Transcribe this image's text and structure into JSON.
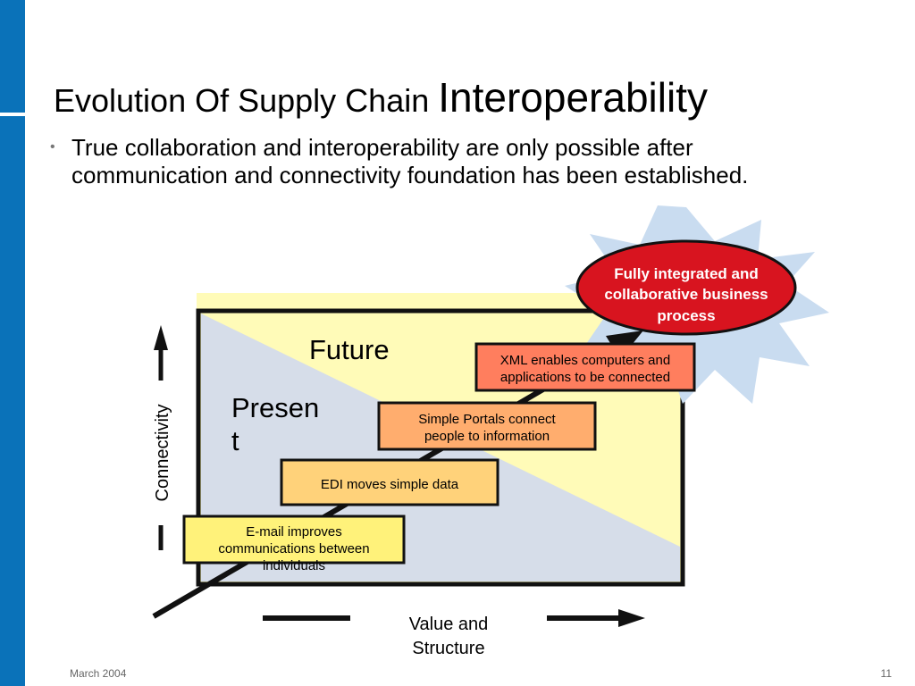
{
  "slide": {
    "title_part1": "Evolution Of Supply Chain ",
    "title_part2": "Interoperability",
    "bullet": "True collaboration and interoperability are only possible after communication and connectivity foundation has been established.",
    "footer_date": "March 2004",
    "page_number": "11"
  },
  "diagram": {
    "future_label": "Future",
    "present_label_line1": "Presen",
    "present_label_line2": "t",
    "y_axis_label": "Connectivity",
    "x_axis_label_line1": "Value and",
    "x_axis_label_line2": "Structure",
    "starburst_line1": "Fully integrated and",
    "starburst_line2": "collaborative business",
    "starburst_line3": "process",
    "steps": [
      {
        "line1": "E-mail improves",
        "line2": "communications between",
        "line3": "individuals"
      },
      {
        "line1": "EDI moves simple data"
      },
      {
        "line1": "Simple Portals connect",
        "line2": "people to information"
      },
      {
        "line1": "XML enables computers and",
        "line2": "applications to be connected"
      }
    ],
    "colors": {
      "future_bg": "#fffbb8",
      "present_bg": "#d6dde9",
      "step1": "#fff27a",
      "step2": "#ffd27a",
      "step3": "#ffad6e",
      "step4": "#ff7e5e",
      "starburst": "#c9dcf0",
      "ellipse": "#d8141f",
      "brand": "#0a72b9"
    }
  }
}
